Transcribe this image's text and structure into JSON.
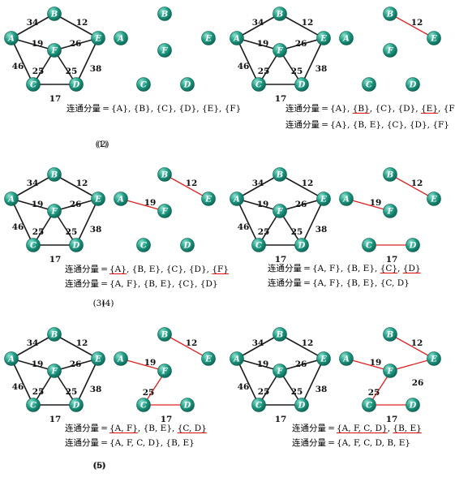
{
  "figure": {
    "colors": {
      "node_fill": "#1e9c84",
      "node_highlight": "#8fe3cf",
      "node_text": "#ffffff",
      "graph_edge": "#1b1b1b",
      "forest_edge": "#e02020",
      "underline": "#e01010",
      "text": "#000000"
    },
    "nodes": [
      "A",
      "B",
      "C",
      "D",
      "E",
      "F"
    ],
    "graph_edges": [
      {
        "u": "A",
        "v": "B",
        "w": "34"
      },
      {
        "u": "B",
        "v": "E",
        "w": "12"
      },
      {
        "u": "A",
        "v": "F",
        "w": "19"
      },
      {
        "u": "F",
        "v": "E",
        "w": "26"
      },
      {
        "u": "A",
        "v": "C",
        "w": "46"
      },
      {
        "u": "F",
        "v": "C",
        "w": "25"
      },
      {
        "u": "F",
        "v": "D",
        "w": "25"
      },
      {
        "u": "E",
        "v": "D",
        "w": "38"
      },
      {
        "u": "C",
        "v": "D",
        "w": "17"
      }
    ],
    "comp_label": "连通分量",
    "panels": [
      {
        "step": "(1)",
        "forest_edges": [],
        "lines": [
          {
            "parts": [
              {
                "t": "{A}",
                "u": false
              },
              {
                "t": "{B}",
                "u": false
              },
              {
                "t": "{C}",
                "u": false
              },
              {
                "t": "{D}",
                "u": false
              },
              {
                "t": "{E}",
                "u": false
              },
              {
                "t": "{F}",
                "u": false
              }
            ]
          }
        ]
      },
      {
        "step": "(2)",
        "forest_edges": [
          {
            "u": "B",
            "v": "E",
            "w": "12"
          }
        ],
        "lines": [
          {
            "parts": [
              {
                "t": "{A}",
                "u": false
              },
              {
                "t": "{B}",
                "u": true
              },
              {
                "t": "{C}",
                "u": false
              },
              {
                "t": "{D}",
                "u": false
              },
              {
                "t": "{E}",
                "u": true
              },
              {
                "t": "{F}",
                "u": false
              }
            ]
          },
          {
            "parts": [
              {
                "t": "{A}",
                "u": false
              },
              {
                "t": "{B, E}",
                "u": false
              },
              {
                "t": "{C}",
                "u": false
              },
              {
                "t": "{D}",
                "u": false
              },
              {
                "t": "{F}",
                "u": false
              }
            ]
          }
        ]
      },
      {
        "step": "(3)",
        "forest_edges": [
          {
            "u": "B",
            "v": "E",
            "w": "12"
          },
          {
            "u": "A",
            "v": "F",
            "w": "19"
          }
        ],
        "lines": [
          {
            "parts": [
              {
                "t": "{A}",
                "u": true
              },
              {
                "t": "{B, E}",
                "u": false
              },
              {
                "t": "{C}",
                "u": false
              },
              {
                "t": "{D}",
                "u": false
              },
              {
                "t": "{F}",
                "u": true
              }
            ]
          },
          {
            "parts": [
              {
                "t": "{A, F}",
                "u": false
              },
              {
                "t": "{B, E}",
                "u": false
              },
              {
                "t": "{C}",
                "u": false
              },
              {
                "t": "{D}",
                "u": false
              }
            ]
          }
        ]
      },
      {
        "step": "(4)",
        "forest_edges": [
          {
            "u": "B",
            "v": "E",
            "w": "12"
          },
          {
            "u": "A",
            "v": "F",
            "w": "19"
          },
          {
            "u": "C",
            "v": "D",
            "w": "17"
          }
        ],
        "lines": [
          {
            "parts": [
              {
                "t": "{A, F}",
                "u": false
              },
              {
                "t": "{B, E}",
                "u": false
              },
              {
                "t": "{C}",
                "u": true
              },
              {
                "t": "{D}",
                "u": true
              }
            ]
          },
          {
            "parts": [
              {
                "t": "{A, F}",
                "u": false
              },
              {
                "t": "{B, E}",
                "u": false
              },
              {
                "t": "{C, D}",
                "u": false
              }
            ]
          }
        ]
      },
      {
        "step": "(5)",
        "forest_edges": [
          {
            "u": "B",
            "v": "E",
            "w": "12"
          },
          {
            "u": "A",
            "v": "F",
            "w": "19"
          },
          {
            "u": "C",
            "v": "D",
            "w": "17"
          },
          {
            "u": "F",
            "v": "C",
            "w": "25"
          }
        ],
        "lines": [
          {
            "parts": [
              {
                "t": "{A, F}",
                "u": true
              },
              {
                "t": "{B, E}",
                "u": false
              },
              {
                "t": "{C, D}",
                "u": true
              }
            ]
          },
          {
            "parts": [
              {
                "t": "{A, F, C, D}",
                "u": false
              },
              {
                "t": "{B, E}",
                "u": false
              }
            ]
          }
        ]
      },
      {
        "step": "(6)",
        "forest_edges": [
          {
            "u": "B",
            "v": "E",
            "w": "12"
          },
          {
            "u": "A",
            "v": "F",
            "w": "19"
          },
          {
            "u": "C",
            "v": "D",
            "w": "17"
          },
          {
            "u": "F",
            "v": "C",
            "w": "25"
          },
          {
            "u": "F",
            "v": "E",
            "w": "26"
          }
        ],
        "lines": [
          {
            "parts": [
              {
                "t": "{A, F, C, D}",
                "u": true
              },
              {
                "t": "{B, E}",
                "u": true
              }
            ]
          },
          {
            "parts": [
              {
                "t": "{A, F, C, D, B, E}",
                "u": false
              }
            ]
          }
        ]
      }
    ]
  }
}
